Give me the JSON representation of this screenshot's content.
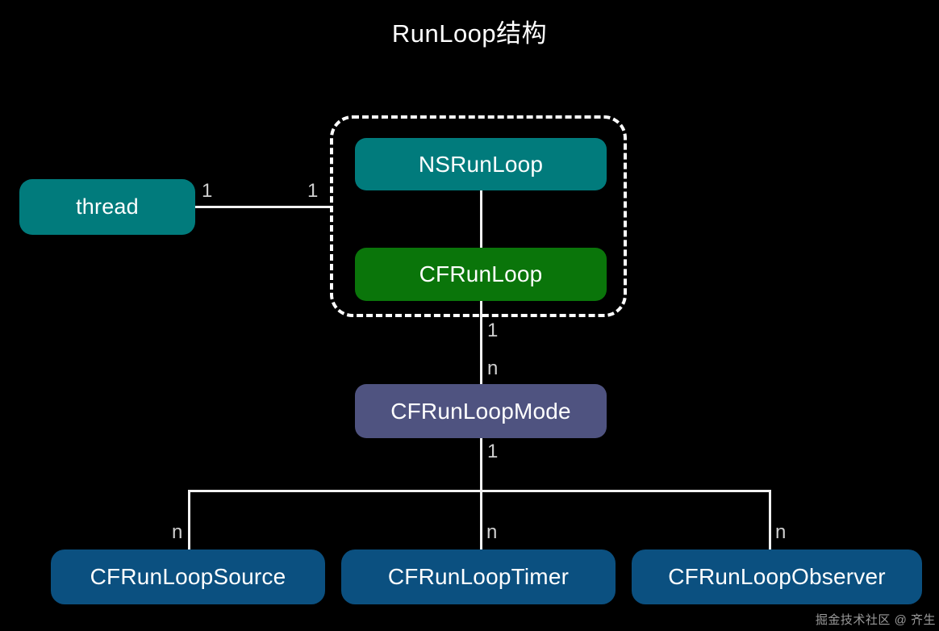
{
  "diagram": {
    "title": "RunLoop结构",
    "background_color": "#000000",
    "nodes": {
      "thread": {
        "label": "thread",
        "color": "#017b7c"
      },
      "nsrunloop": {
        "label": "NSRunLoop",
        "color": "#017b7c"
      },
      "cfrunloop": {
        "label": "CFRunLoop",
        "color": "#0a750a"
      },
      "cfrunloopmode": {
        "label": "CFRunLoopMode",
        "color": "#4f5380"
      },
      "cfrunloopsource": {
        "label": "CFRunLoopSource",
        "color": "#0b5080"
      },
      "cfrunlooptimer": {
        "label": "CFRunLoopTimer",
        "color": "#0b5080"
      },
      "cfrunloopobserver": {
        "label": "CFRunLoopObserver",
        "color": "#0b5080"
      }
    },
    "group": {
      "name": "runloop-group",
      "border_style": "dashed",
      "border_color": "#ffffff"
    },
    "edge_labels": {
      "thread_side": "1",
      "runloop_side": "1",
      "cfrunloop_side": "1",
      "mode_side_n": "n",
      "mode_side_1": "1",
      "source_n": "n",
      "timer_n": "n",
      "observer_n": "n"
    },
    "line_color": "#f2f2f2"
  },
  "watermark": {
    "text": "掘金技术社区 @ 齐生"
  }
}
